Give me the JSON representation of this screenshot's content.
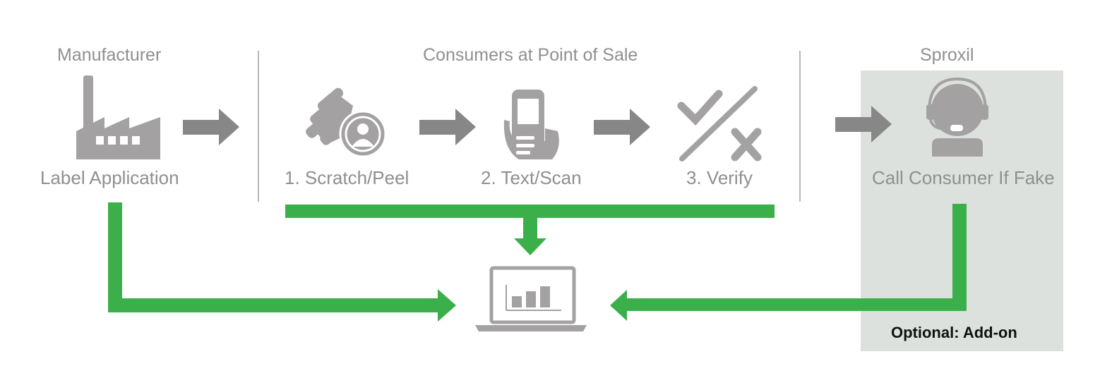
{
  "sections": {
    "manufacturer": "Manufacturer",
    "consumers": "Consumers at Point of Sale",
    "sproxil": "Sproxil"
  },
  "steps": {
    "label_application": "Label Application",
    "scratch": "1. Scratch/Peel",
    "text_scan": "2. Text/Scan",
    "verify": "3. Verify",
    "call": "Call Consumer If Fake"
  },
  "addon": {
    "label": "Optional: Add-on"
  },
  "colors": {
    "flow_green": "#3bb04a",
    "icon_gray": "#a3a1a1",
    "arrow_gray": "#878787",
    "panel_bg": "#dde1dd",
    "text_gray": "#8f8f8f"
  },
  "icons": [
    "factory-icon",
    "scratch-coin-icon",
    "phone-hand-icon",
    "check-cross-icon",
    "headset-agent-icon",
    "laptop-chart-icon"
  ]
}
